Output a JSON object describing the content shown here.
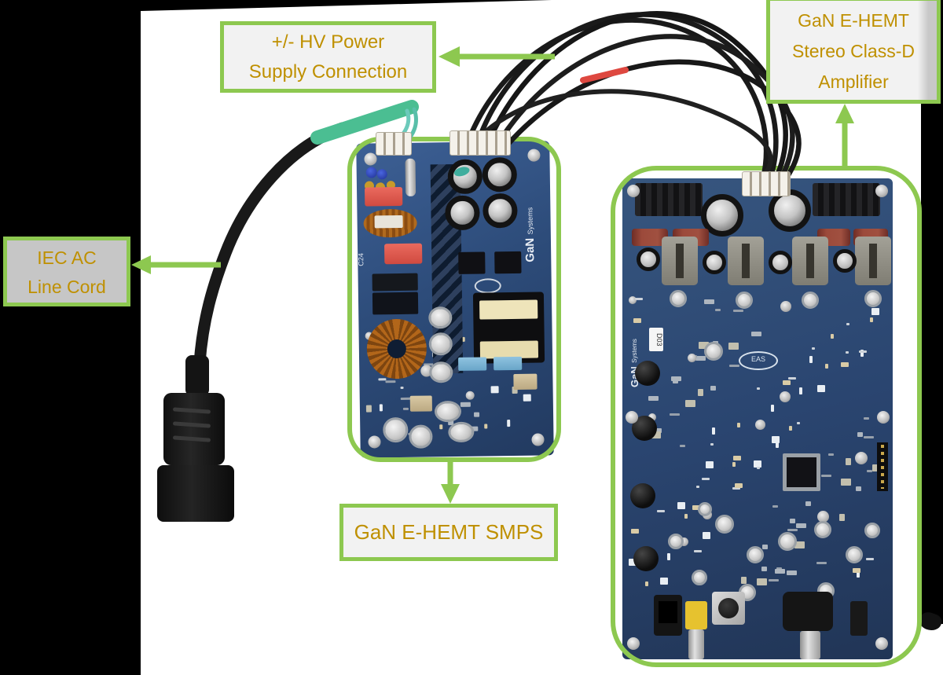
{
  "colors": {
    "accent_green": "#8DC850",
    "label_text": "#BF9000",
    "label_bg": "#F2F2F2",
    "iec_label_bg": "#C6C6C6",
    "background": "#000000",
    "photo_background": "#FFFFFF",
    "pcb_blue": "#2B4A74",
    "cable_red_marker": "#DE4840",
    "cable_sleeve_teal": "#4BBE92"
  },
  "labels": {
    "hv_power": {
      "line1": "+/- HV Power",
      "line2": "Supply Connection"
    },
    "amplifier": {
      "line1": "GaN E-HEMT",
      "line2": "Stereo Class-D",
      "line3": "Amplifier"
    },
    "iec": {
      "line1": "IEC AC",
      "line2": "Line Cord"
    },
    "smps": {
      "text": "GaN E-HEMT SMPS"
    }
  },
  "silkscreen": {
    "smps_logo_brand": "GaN",
    "smps_logo_sub": "Systems",
    "smps_ref": "C24",
    "amp_logo_brand": "GaN",
    "amp_logo_sub": "Systems",
    "amp_sticker": "D03",
    "amp_eas": "EAS"
  }
}
